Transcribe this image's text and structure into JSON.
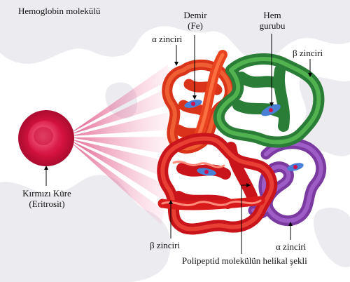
{
  "title": "Hemoglobin molekülü",
  "labels": {
    "iron_line1": "Demir",
    "iron_line2": "(Fe)",
    "heme_line1": "Hem",
    "heme_line2": "gurubu",
    "alpha_top": "α zinciri",
    "beta_top": "β zinciri",
    "rbc_line1": "Kırmızı Küre",
    "rbc_line2": "(Eritrosit)",
    "beta_bottom": "β zinciri",
    "alpha_bottom": "α zinciri",
    "helix": "Polipeptid molekülün helikal şekli"
  },
  "colors": {
    "background_blob": "#ecebf0",
    "alpha_chain_1": "#e8421e",
    "beta_chain_1": "#2e8a3a",
    "beta_chain_2": "#d91a1a",
    "alpha_chain_2": "#8a45b0",
    "heme_disk": "#4a7fd6",
    "iron": "#d0104a",
    "red_blood_cell": "#d4123e",
    "rays": "#e0357a",
    "pointer_line": "#000000"
  },
  "icons": {
    "rbc": "red-blood-cell-icon",
    "heme": "heme-disk-icon"
  }
}
